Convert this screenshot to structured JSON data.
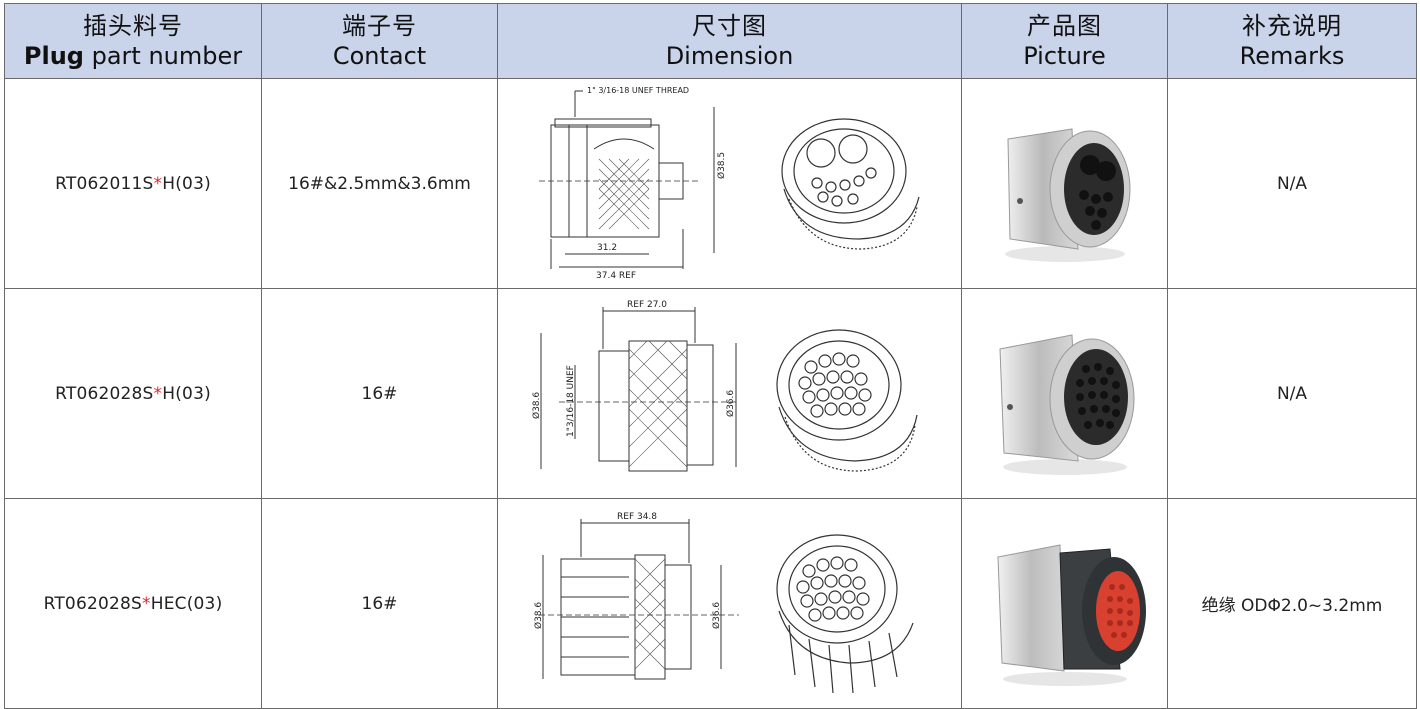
{
  "header": {
    "col1_cn": "插头料号",
    "col1_en_bold": "Plug",
    "col1_en_rest": " part number",
    "col2_cn": "端子号",
    "col2_en": "Contact",
    "col3_cn": "尺寸图",
    "col3_en": "Dimension",
    "col4_cn": "产品图",
    "col4_en": "Picture",
    "col5_cn": "补充说明",
    "col5_en": "Remarks"
  },
  "rows": [
    {
      "pn_prefix": "RT062011S",
      "pn_star": "*",
      "pn_suffix": "H(03)",
      "contact": "16#&2.5mm&3.6mm",
      "remarks": "N/A",
      "dims": {
        "thread": "1\" 3/16-18 UNEF THREAD",
        "od": "Ø38.5",
        "len": "31.2",
        "ref": "37.4 REF"
      }
    },
    {
      "pn_prefix": "RT062028S",
      "pn_star": "*",
      "pn_suffix": "H(03)",
      "contact": "16#",
      "remarks": "N/A",
      "dims": {
        "ref": "REF 27.0",
        "od_left": "Ø38.6",
        "thread": "1\"3/16-18 UNEF",
        "od_right": "Ø36.6"
      }
    },
    {
      "pn_prefix": "RT062028S",
      "pn_star": "*",
      "pn_suffix": "HEC(03)",
      "contact": "16#",
      "remarks": "绝缘 ODΦ2.0~3.2mm",
      "dims": {
        "ref": "REF 34.8",
        "od_left": "Ø38.6",
        "od_right": "Ø36.6"
      }
    }
  ],
  "colors": {
    "header_bg": "#c9d4ea",
    "star": "#e0262f",
    "insert_red": "#d8412f"
  }
}
